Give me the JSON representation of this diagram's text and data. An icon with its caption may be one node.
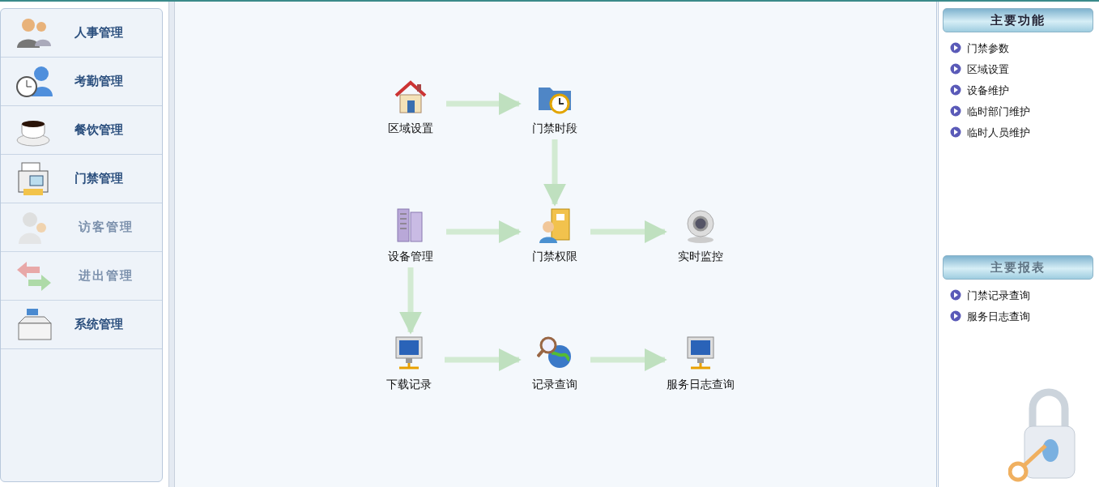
{
  "diagram": {
    "nodes": [
      {
        "text": [
          "区域设置"
        ]
      },
      {
        "text": [
          "门禁时段"
        ]
      },
      {
        "text": [
          "设备管理"
        ]
      },
      {
        "text": [
          "门禁权限"
        ]
      },
      {
        "text": [
          "实时监控"
        ]
      },
      {
        "text": [
          "下载记录"
        ]
      },
      {
        "text": [
          "记录查询"
        ]
      },
      {
        "text": [
          "服务日志查询"
        ]
      }
    ],
    "edges": [
      {
        "from": 0,
        "to": 1,
        "arrow": "to"
      },
      {
        "from": 1,
        "to": 3,
        "arrow": "to"
      },
      {
        "from": 2,
        "to": 3,
        "arrow": "to"
      },
      {
        "from": 3,
        "to": 4,
        "arrow": "to"
      },
      {
        "from": 2,
        "to": 5,
        "arrow": "to"
      },
      {
        "from": 5,
        "to": 6,
        "arrow": "to"
      },
      {
        "from": 6,
        "to": 7,
        "arrow": "to"
      }
    ],
    "labels": [
      "人事管理",
      "考勤管理",
      "餐饮管理",
      "门禁管理",
      "访客管理",
      "进出管理",
      "系统管理",
      "主要功能",
      "门禁参数",
      "区域设置",
      "设备维护",
      "临时部门维护",
      "临时人员维护",
      "主要报表",
      "门禁记录查询",
      "服务日志查询"
    ]
  }
}
